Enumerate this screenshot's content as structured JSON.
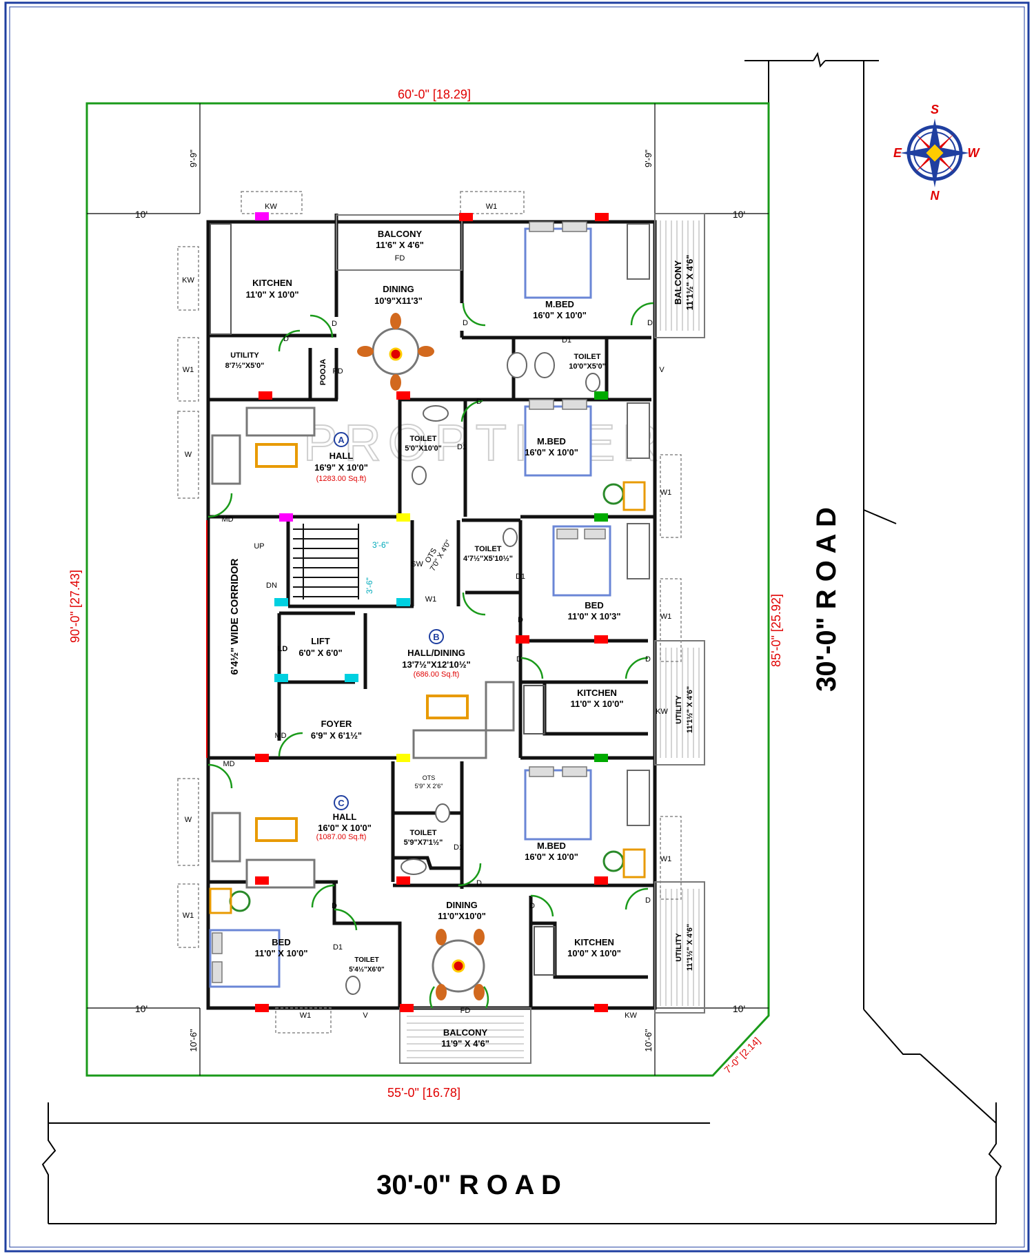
{
  "watermark": "PROPTIGER",
  "compass": {
    "n": "N",
    "s": "S",
    "e": "E",
    "w": "W"
  },
  "plot": {
    "top_dim": "60'-0\" [18.29]",
    "bottom_dim": "55'-0\" [16.78]",
    "left_dim": "90'-0\" [27.43]",
    "right_dim": "85'-0\" [25.92]",
    "corner_dim": "7'-0\" [2.14]",
    "setback_front": "9'-9\"",
    "setback_rear": "10'-6\"",
    "setback_side": "10'"
  },
  "roads": {
    "bottom": "30'-0\" R O A D",
    "right": "30'-0\" R O A D"
  },
  "flats": {
    "a": {
      "tag": "A",
      "area": "(1283.00 Sq.ft)"
    },
    "b": {
      "tag": "B",
      "area": "(686.00 Sq.ft)"
    },
    "c": {
      "tag": "C",
      "area": "(1087.00 Sq.ft)"
    }
  },
  "rooms": {
    "kitchen_a": {
      "name": "KITCHEN",
      "size": "11'0\" X 10'0\""
    },
    "balcony_top": {
      "name": "BALCONY",
      "size": "11'6\" X 4'6\""
    },
    "dining_a": {
      "name": "DINING",
      "size": "10'9\"X11'3\""
    },
    "mbed_a1": {
      "name": "M.BED",
      "size": "16'0\" X 10'0\""
    },
    "balcony_right": {
      "name": "BALCONY",
      "size": "11'1½\" X 4'6\""
    },
    "utility_a": {
      "name": "UTILITY",
      "size": "8'7½\"X5'0\""
    },
    "pooja": {
      "name": "POOJA"
    },
    "toilet_a1": {
      "name": "TOILET",
      "size": "10'0\"X5'0\""
    },
    "hall_a": {
      "name": "HALL",
      "size": "16'9\" X 10'0\""
    },
    "toilet_a2": {
      "name": "TOILET",
      "size": "5'0\"X10'0\""
    },
    "mbed_a2": {
      "name": "M.BED",
      "size": "16'0\" X 10'0\""
    },
    "corridor": {
      "name": "6'4½\" WIDE CORRIDOR"
    },
    "toilet_b": {
      "name": "TOILET",
      "size": "4'7½\"X5'10½\""
    },
    "bed_b": {
      "name": "BED",
      "size": "11'0\" X 10'3\""
    },
    "lift": {
      "name": "LIFT",
      "size": "6'0\" X 6'0\""
    },
    "hall_b": {
      "name": "HALL/DINING",
      "size": "13'7½\"X12'10½\""
    },
    "kitchen_b": {
      "name": "KITCHEN",
      "size": "11'0\" X 10'0\""
    },
    "utility_b": {
      "name": "UTILITY",
      "size": "11'1½\" X 4'6\""
    },
    "foyer": {
      "name": "FOYER",
      "size": "6'9\" X 6'1½\""
    },
    "hall_c": {
      "name": "HALL",
      "size": "16'0\" X 10'0\""
    },
    "ots_c": {
      "name": "OTS",
      "size": "5'9\" X 2'6\""
    },
    "toilet_c1": {
      "name": "TOILET",
      "size": "5'9\"X7'1½\""
    },
    "mbed_c": {
      "name": "M.BED",
      "size": "16'0\" X 10'0\""
    },
    "bed_c": {
      "name": "BED",
      "size": "11'0\" X 10'0\""
    },
    "toilet_c2": {
      "name": "TOILET",
      "size": "5'4½\"X6'0\""
    },
    "dining_c": {
      "name": "DINING",
      "size": "11'0\"X10'0\""
    },
    "kitchen_c": {
      "name": "KITCHEN",
      "size": "10'0\" X 10'0\""
    },
    "utility_c": {
      "name": "UTILITY",
      "size": "11'1½\" X 4'6\""
    },
    "balcony_bottom": {
      "name": "BALCONY",
      "size": "11'9\" X 4'6\""
    }
  },
  "stair": {
    "ots": "OTS",
    "ots_size": "7'0\" X 4'0\"",
    "width1": "3'-6\"",
    "width2": "3'-6\""
  },
  "labels": {
    "kw": "KW",
    "w1": "W1",
    "w": "W",
    "v": "V",
    "d": "D",
    "d1": "D1",
    "md": "MD",
    "fd": "FD",
    "pd": "PD",
    "ld": "LD",
    "sw": "SW",
    "up": "UP",
    "dn": "DN"
  }
}
